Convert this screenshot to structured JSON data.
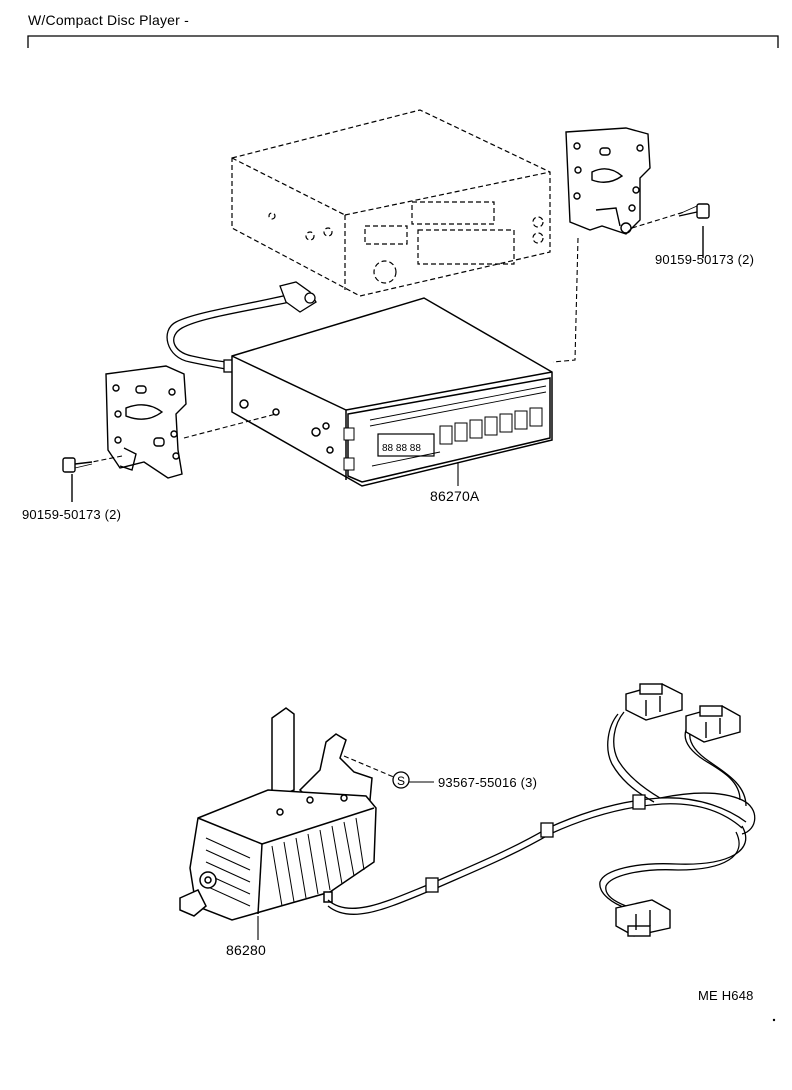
{
  "header": {
    "title": "W/Compact Disc Player -"
  },
  "callouts": {
    "bolt_right": "90159-50173 (2)",
    "bolt_left": "90159-50173 (2)",
    "cd_player": "86270A",
    "screw_symbol": "S",
    "screw": "93567-55016 (3)",
    "amplifier": "86280"
  },
  "footer": {
    "ref_code": "ME H648"
  }
}
